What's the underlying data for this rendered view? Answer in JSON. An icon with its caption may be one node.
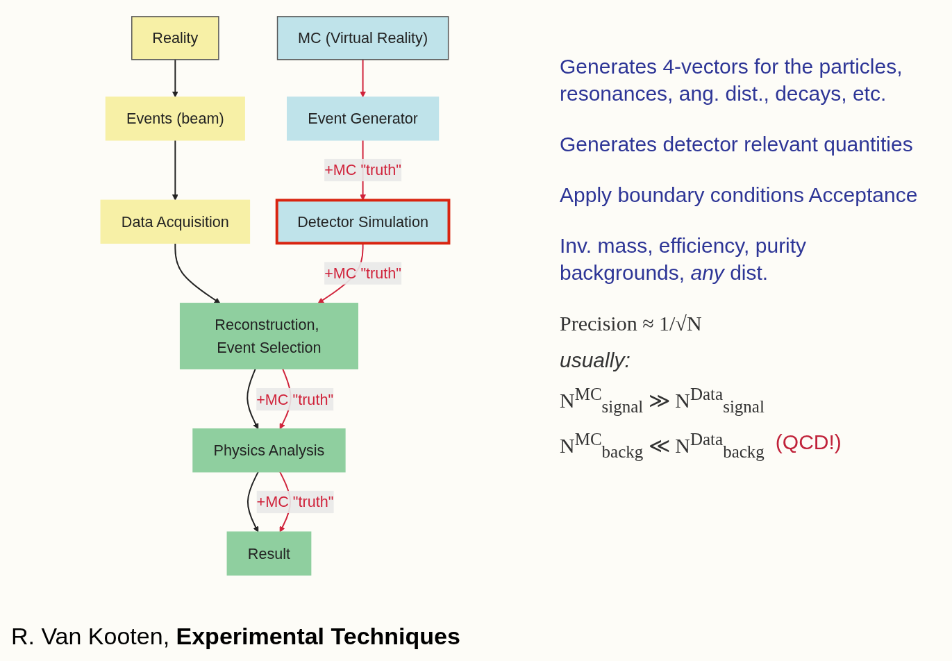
{
  "diagram": {
    "caption": "R. Van Kooten, **Experimental Techniques**",
    "nodes": [
      {
        "text": [
          "Reality"
        ]
      },
      {
        "text": [
          "Events (beam)"
        ]
      },
      {
        "text": [
          "Data Acquisition"
        ]
      },
      {
        "text": [
          "MC (Virtual Reality)"
        ]
      },
      {
        "text": [
          "Event Generator"
        ]
      },
      {
        "text": [
          "Detector Simulation"
        ]
      },
      {
        "text": [
          "Reconstruction, Event Selection"
        ]
      },
      {
        "text": [
          "Physics Analysis"
        ]
      },
      {
        "text": [
          "Result"
        ]
      }
    ],
    "edges": [
      {
        "from": 0,
        "to": 1,
        "arrow": "to"
      },
      {
        "from": 1,
        "to": 2,
        "arrow": "to"
      },
      {
        "from": 2,
        "to": 6,
        "arrow": "to"
      },
      {
        "from": 3,
        "to": 4,
        "arrow": "to",
        "color": "#d0223a"
      },
      {
        "from": 4,
        "to": 5,
        "arrow": "to",
        "label": "+MC \"truth\"",
        "color": "#d0223a"
      },
      {
        "from": 5,
        "to": 6,
        "arrow": "to",
        "label": "+MC \"truth\"",
        "color": "#d0223a"
      },
      {
        "from": 6,
        "to": 7,
        "arrow": "to"
      },
      {
        "from": 6,
        "to": 7,
        "arrow": "to",
        "label": "+MC \"truth\"",
        "color": "#d0223a"
      },
      {
        "from": 7,
        "to": 8,
        "arrow": "to"
      },
      {
        "from": 7,
        "to": 8,
        "arrow": "to",
        "label": "+MC \"truth\"",
        "color": "#d0223a"
      }
    ],
    "labels": [
      "Generates 4-vectors for the particles, resonances, ang. dist., decays, etc.",
      "Generates detector relevant quantities",
      "Apply boundary conditions Acceptance",
      "Inv. mass, efficiency, purity backgrounds, *any* dist.",
      "Precision ≈ 1/√N",
      "usually:",
      "N$^{MC}$$_{signal}$ ≫ N$^{Data}$$_{signal}$",
      "N$^{MC}$$_{backg}$ ≪ N$^{Data}$$_{backg}$",
      "(QCD!)"
    ]
  }
}
